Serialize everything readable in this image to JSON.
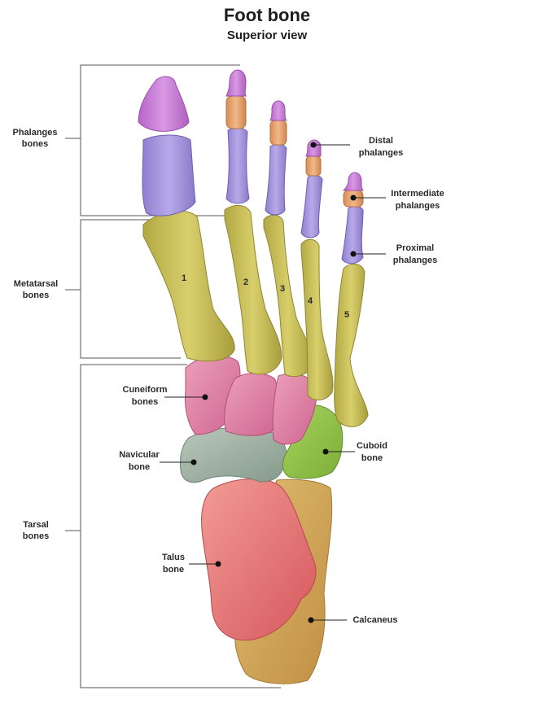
{
  "title": "Foot bone",
  "subtitle": "Superior view",
  "groups": {
    "phalanges": "Phalanges\nbones",
    "metatarsal": "Metatarsal\nbones",
    "tarsal": "Tarsal\nbones"
  },
  "labels": {
    "distal": "Distal\nphalanges",
    "intermediate": "Intermediate\nphalanges",
    "proximal": "Proximal\nphalanges",
    "cuneiform": "Cuneiform\nbones",
    "navicular": "Navicular\nbone",
    "cuboid": "Cuboid\nbone",
    "talus": "Talus\nbone",
    "calcaneus": "Calcaneus"
  },
  "metatarsal_numbers": [
    "1",
    "2",
    "3",
    "4",
    "5"
  ],
  "colors": {
    "distal": "#c77ad6",
    "intermediate": "#e7a36b",
    "proximal": "#a595dd",
    "metatarsal": "#c9bf57",
    "cuneiform": "#e07fa3",
    "navicular": "#9aaea0",
    "cuboid": "#93c24d",
    "talus": "#ea7c7c",
    "calcaneus": "#d0aa5c"
  }
}
